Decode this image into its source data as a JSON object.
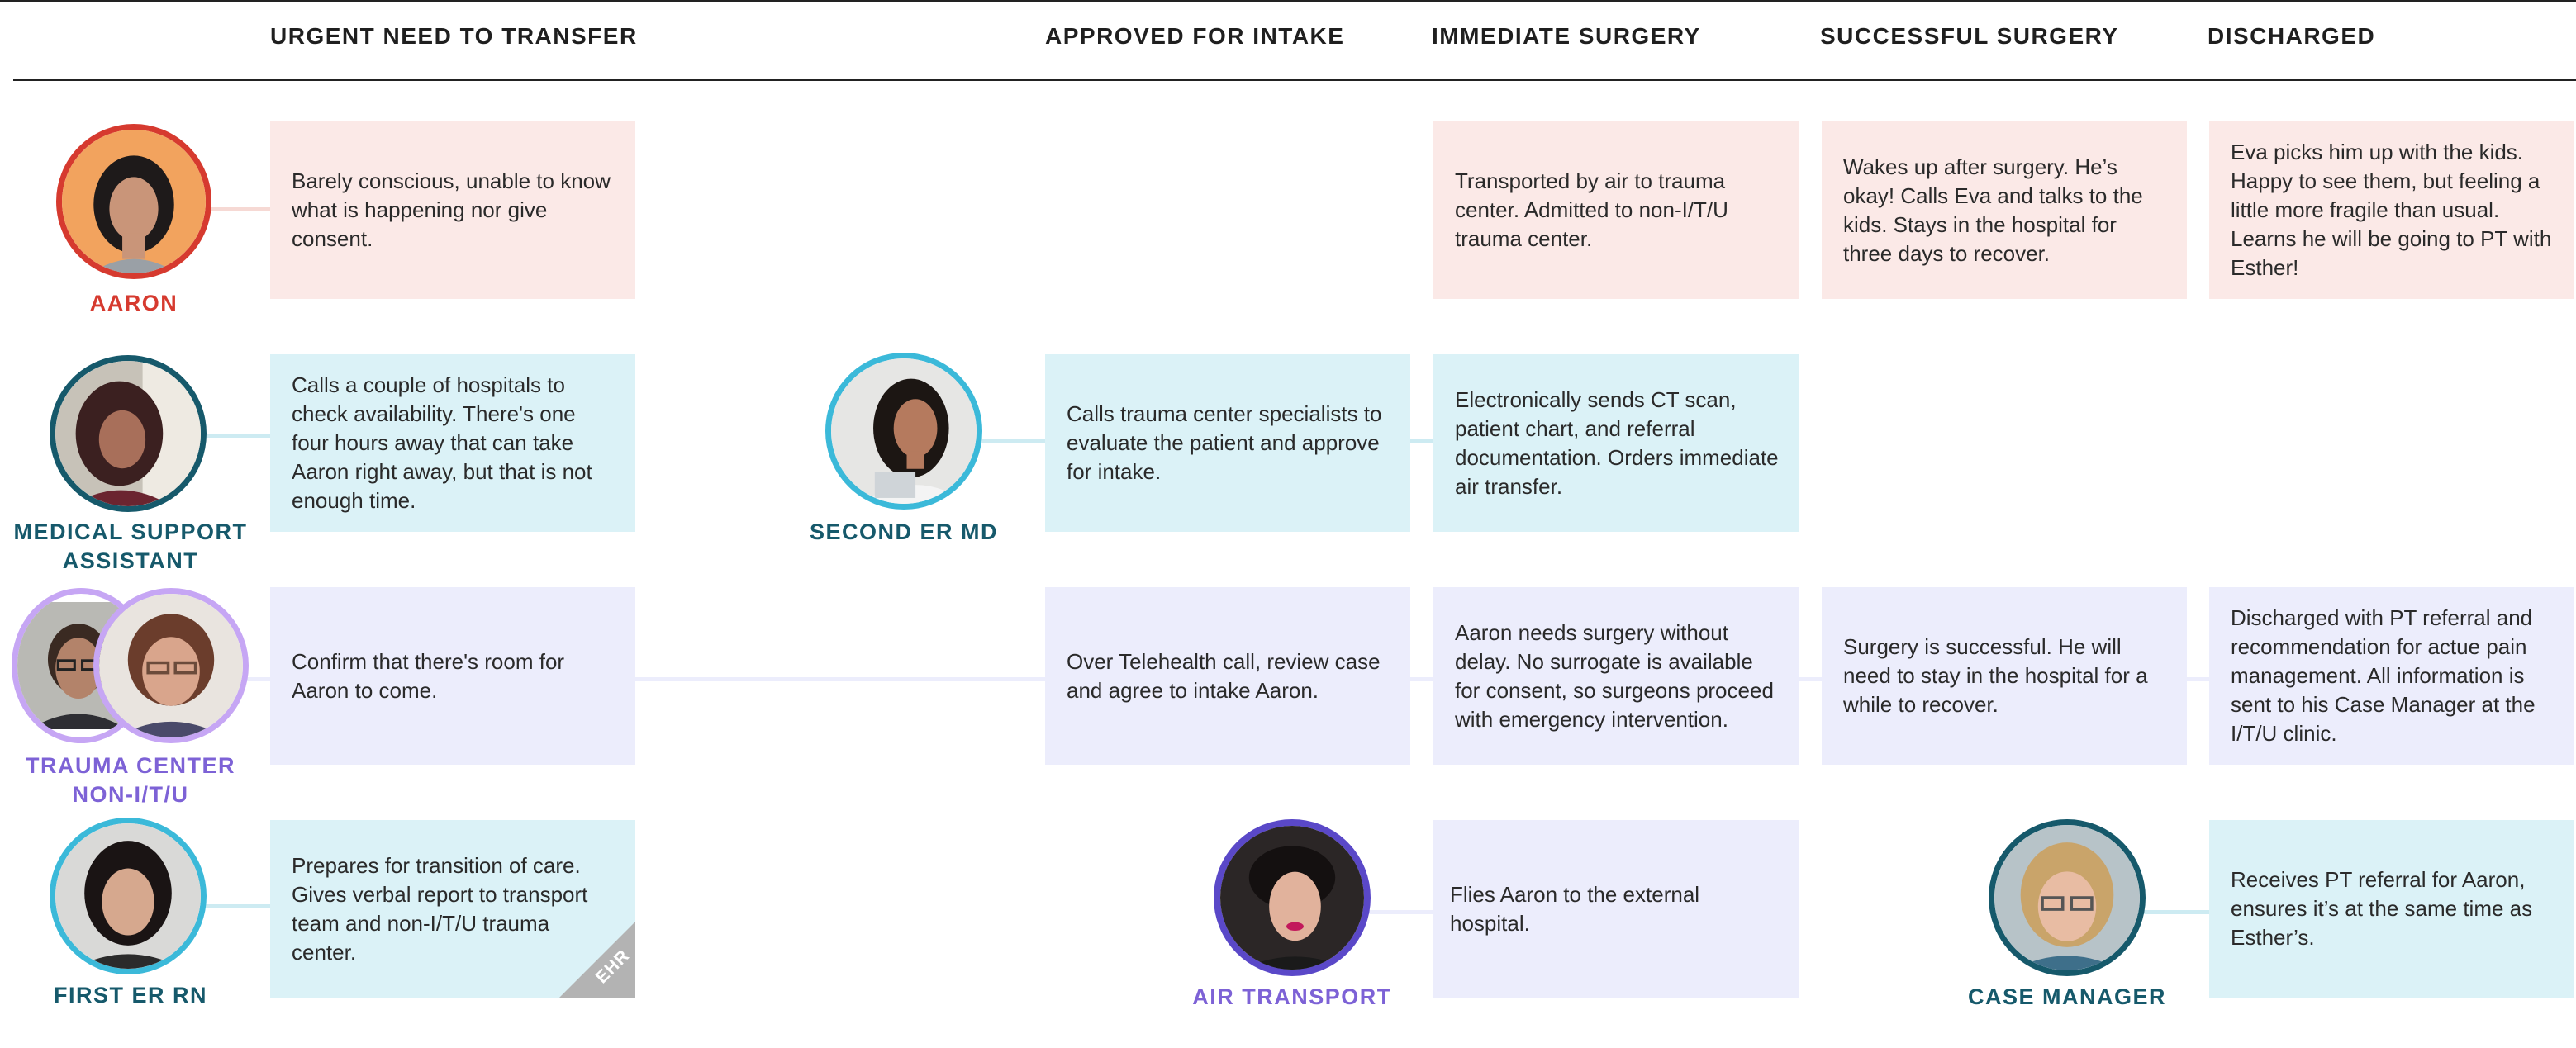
{
  "stages": {
    "urgent": "URGENT NEED TO TRANSFER",
    "approved": "APPROVED FOR INTAKE",
    "immediate": "IMMEDIATE SURGERY",
    "successful": "SUCCESSFUL SURGERY",
    "discharged": "DISCHARGED"
  },
  "actors": {
    "aaron": "AARON",
    "msa_line1": "MEDICAL SUPPORT",
    "msa_line2": "ASSISTANT",
    "second_er": "SECOND ER MD",
    "trauma_line1": "TRAUMA CENTER",
    "trauma_line2": "NON-I/T/U",
    "first_er": "FIRST ER RN",
    "air": "AIR TRANSPORT",
    "case_manager": "CASE MANAGER"
  },
  "cards": {
    "aaron_urgent": "Barely conscious, unable to know what is happening nor give consent.",
    "aaron_immediate": "Transported by air to trauma center. Admitted to non-I/T/U trauma center.",
    "aaron_successful": "Wakes up after surgery. He’s okay! Calls Eva and talks to the kids. Stays in the hospital for three days to recover.",
    "aaron_discharged": "Eva picks him up with the kids. Happy to see them, but feeling a little more fragile than usual. Learns he will be going to PT with Esther!",
    "msa_urgent": "Calls a couple of hospitals to check availability. There's one four hours away that can take Aaron right away, but that is not enough time.",
    "second_approved": "Calls trauma center specialists to evaluate the patient and approve for intake.",
    "second_immediate": "Electronically sends CT scan, patient chart, and referral documentation. Orders immediate air transfer.",
    "trauma_urgent": "Confirm that there's room for Aaron to come.",
    "trauma_approved": "Over Telehealth call, review case and agree to intake Aaron.",
    "trauma_immediate": "Aaron needs surgery without delay. No surrogate is available for consent, so surgeons proceed with emergency intervention.",
    "trauma_successful": "Surgery is successful. He will need to stay in the hospital for a while to recover.",
    "trauma_discharged": "Discharged with PT referral and recommendation for actue pain management. All information is sent to his Case Manager at the I/T/U clinic.",
    "first_urgent": "Prepares for transition of care. Gives verbal report to transport team and non-I/T/U trauma center.",
    "air_immediate": "Flies Aaron to the external hospital.",
    "cm_discharged": "Receives PT referral for Aaron, ensures it’s at the same time as Esther’s."
  },
  "badge": {
    "ehr": "EHR"
  },
  "colors": {
    "aaron": "#d63a2f",
    "msa": "#16596b",
    "second_er": "#3bb9d9",
    "trauma": "#7d62d6",
    "trauma_ring": "#c6a6f4",
    "first_er_ring": "#3bb9d9",
    "first_er": "#16596b",
    "air_ring": "#5a48c8",
    "air": "#7d62d6",
    "case_manager_ring": "#16596b",
    "case_manager": "#16596b",
    "card_pink": "#fbe9e7",
    "card_cyan": "#dbf2f7",
    "card_lavender": "#ecedfc"
  },
  "icons": {
    "aaron": "person-photo-icon",
    "msa": "person-photo-icon",
    "second_er": "person-photo-icon",
    "trauma": "person-photo-icon",
    "first_er": "person-photo-icon",
    "air": "person-photo-icon",
    "case_manager": "person-photo-icon"
  }
}
